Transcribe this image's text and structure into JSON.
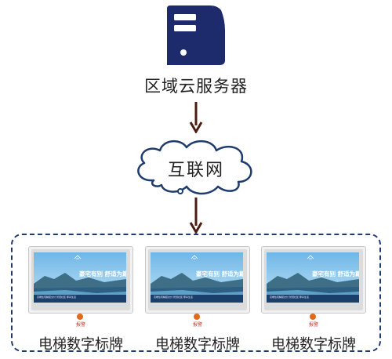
{
  "diagram": {
    "server": {
      "icon": "server-tower-icon",
      "label": "区域云服务器"
    },
    "network": {
      "icon": "cloud-icon",
      "label": "互联网"
    },
    "devices": [
      {
        "label": "电梯数字标牌",
        "screen_headline": "豪宅有别  舒适为巅",
        "screen_footer": "高端住宅精装交付 智慧社区 尊享生活",
        "alarm_label": "报警"
      },
      {
        "label": "电梯数字标牌",
        "screen_headline": "豪宅有别  舒适为巅",
        "screen_footer": "高端住宅精装交付 智慧社区 尊享生活",
        "alarm_label": "报警"
      },
      {
        "label": "电梯数字标牌",
        "screen_headline": "豪宅有别  舒适为巅",
        "screen_footer": "高端住宅精装交付 智慧社区 尊享生活",
        "alarm_label": "报警"
      }
    ]
  },
  "colors": {
    "server": "#1d2a6b",
    "arrow": "#4a1f12",
    "cloud_stroke": "#1f3c6e",
    "group_border": "#1f3c6e"
  }
}
